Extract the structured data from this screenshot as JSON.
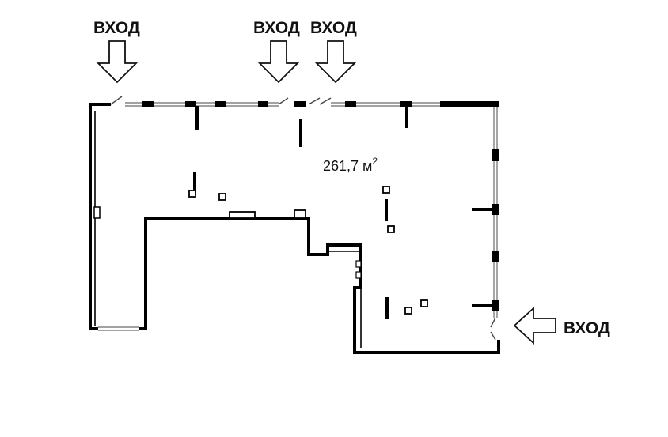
{
  "entrances": [
    {
      "label": "ВХОД"
    },
    {
      "label": "ВХОД"
    },
    {
      "label": "ВХОД"
    },
    {
      "label": "ВХОД"
    }
  ],
  "area": {
    "value": "261,7 м",
    "unit_sup": "2"
  }
}
